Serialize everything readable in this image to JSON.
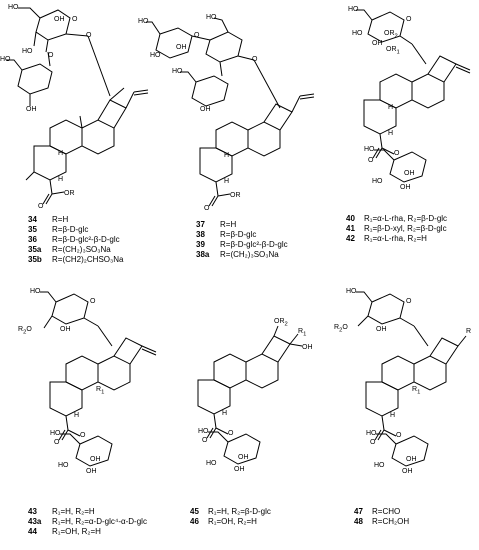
{
  "atoms": {
    "s1_ho_top": "HO",
    "s1_oh_a": "OH",
    "s1_o_a": "O",
    "s1_o_link": "O",
    "s1_ho_b": "HO",
    "s1_o_b": "O",
    "s1_ho_c": "HO",
    "s1_oh_c": "OH",
    "s1_h1": "H",
    "s1_h2": "H",
    "s1_or": "OR",
    "s1_o": "O",
    "s2_ho_a": "HO",
    "s2_ho_b": "HO",
    "s2_o_a": "O",
    "s2_o_b": "O",
    "s2_ho_c": "HO",
    "s2_oh_c": "OH",
    "s2_ho_d": "HO",
    "s2_oh_d": "OH",
    "s2_h1": "H",
    "s2_h2": "H",
    "s2_or": "OR",
    "s2_o": "O",
    "s3_ho_a": "HO",
    "s3_o_a": "O",
    "s3_or2": "OR",
    "s3_sub2": "2",
    "s3_or1": "OR",
    "s3_sub1": "1",
    "s3_ho_b": "HO",
    "s3_oh_b": "OH",
    "s3_h1": "H",
    "s3_h2": "H",
    "s3_o": "O",
    "s3_o2": "O",
    "s3_ho_c": "HO",
    "s3_oh_c": "OH",
    "s3_ho_d": "HO",
    "s3_oh_d": "OH",
    "s4_ho_a": "HO",
    "s4_o_a": "O",
    "s4_r2o": "R",
    "s4_r2sub": "2",
    "s4_r2o2": "O",
    "s4_oh_a": "OH",
    "s4_r1": "R",
    "s4_r1sub": "1",
    "s4_h": "H",
    "s4_o": "O",
    "s4_o2": "O",
    "s4_ho_c": "HO",
    "s4_oh_c": "OH",
    "s4_ho_d": "HO",
    "s4_oh_d": "OH",
    "s5_or2": "OR",
    "s5_or2sub": "2",
    "s5_r1": "R",
    "s5_r1sub": "1",
    "s5_oh": "OH",
    "s5_h": "H",
    "s5_o": "O",
    "s5_o2": "O",
    "s5_ho_c": "HO",
    "s5_oh_c": "OH",
    "s5_ho_d": "HO",
    "s5_oh_d": "OH",
    "s6_ho_a": "HO",
    "s6_o_a": "O",
    "s6_r2": "R",
    "s6_r2sub": "2",
    "s6_r2o": "O",
    "s6_oh_a": "OH",
    "s6_r": "R",
    "s6_r1": "R",
    "s6_r1sub": "1",
    "s6_h": "H",
    "s6_o": "O",
    "s6_o2": "O",
    "s6_ho_c": "HO",
    "s6_oh_c": "OH",
    "s6_ho_d": "HO",
    "s6_oh_d": "OH"
  },
  "legends": {
    "g1": [
      {
        "num": "34",
        "text": "R=H"
      },
      {
        "num": "35",
        "text": "R=β-D-glc"
      },
      {
        "num": "36",
        "text": "R=β-D-glc²-β-D-glc"
      },
      {
        "num": "35a",
        "text": "R=(CH₂)₃SO₃Na"
      },
      {
        "num": "35b",
        "text": "R=(CH2)₂CHSO₃Na"
      }
    ],
    "g2": [
      {
        "num": "37",
        "text": "R=H"
      },
      {
        "num": "38",
        "text": "R=β-D-glc"
      },
      {
        "num": "39",
        "text": "R=β-D-glc²-β-D-glc"
      },
      {
        "num": "38a",
        "text": "R=(CH₂)₃SO₃Na"
      }
    ],
    "g3": [
      {
        "num": "40",
        "text": "R₁=α-L-rha, R₂=β-D-glc"
      },
      {
        "num": "41",
        "text": "R₁=β-D-xyl, R₂=β-D-glc"
      },
      {
        "num": "42",
        "text": "R₁=α-L-rha, R₂=H"
      }
    ],
    "g4": [
      {
        "num": "43",
        "text": "R₁=H, R₂=H"
      },
      {
        "num": "43a",
        "text": "R₁=H, R₂=α-D-glc⁴-α-D-glc"
      },
      {
        "num": "44",
        "text": "R₁=OH, R₂=H"
      }
    ],
    "g5": [
      {
        "num": "45",
        "text": "R₁=H, R₂=β-D-glc"
      },
      {
        "num": "46",
        "text": "R₁=OH, R₂=H"
      }
    ],
    "g6": [
      {
        "num": "47",
        "text": "R=CHO"
      },
      {
        "num": "48",
        "text": "R=CH₂OH"
      }
    ]
  }
}
